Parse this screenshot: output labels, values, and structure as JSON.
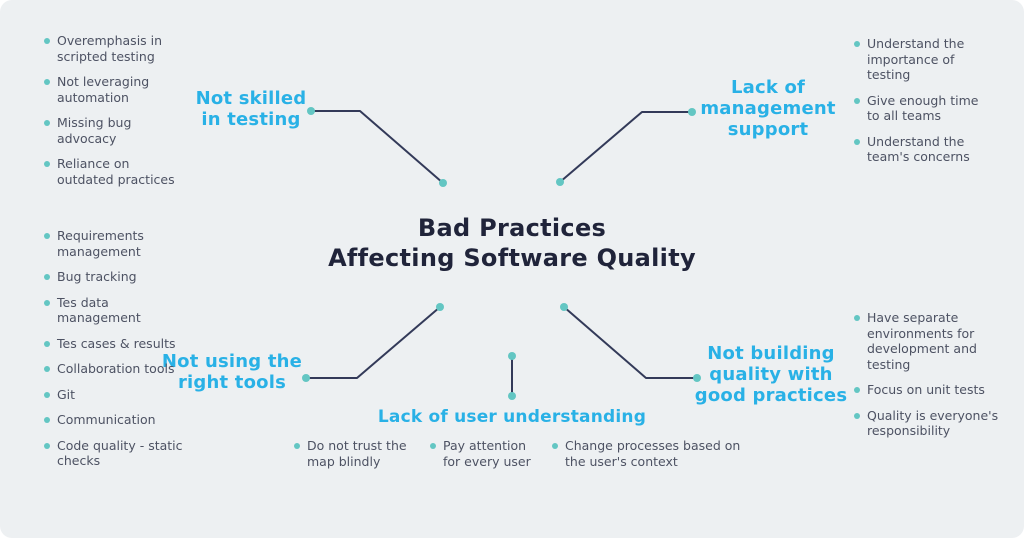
{
  "colors": {
    "background": "#edf0f2",
    "accent_cyan": "#29b1e6",
    "dot_teal": "#63c6c3",
    "line_navy": "#333a59",
    "title_navy": "#20243a",
    "body_text": "#4d5263"
  },
  "title": "Bad Practices\nAffecting Software Quality",
  "branches": {
    "not_skilled_in_testing": {
      "label": "Not skilled\nin testing",
      "items": [
        "Overemphasis in scripted testing",
        "Not leveraging automation",
        "Missing bug advocacy",
        "Reliance on outdated practices"
      ]
    },
    "lack_of_management_support": {
      "label": "Lack of\nmanagement\nsupport",
      "items": [
        "Understand the importance of testing",
        "Give enough time to all teams",
        "Understand the team's concerns"
      ]
    },
    "not_using_the_right_tools": {
      "label": "Not using the\nright tools",
      "items": [
        "Requirements management",
        "Bug tracking",
        "Tes data management",
        "Tes cases & results",
        "Collaboration tools",
        "Git",
        "Communication",
        "Code quality - static checks"
      ]
    },
    "lack_of_user_understanding": {
      "label": "Lack of user understanding",
      "items": [
        "Do not trust the map blindly",
        "Pay attention for every user",
        "Change processes based on the user's context"
      ]
    },
    "not_building_quality_with_good_practices": {
      "label": "Not building\nquality with\ngood practices",
      "items": [
        "Have separate environments for development and testing",
        "Focus on unit tests",
        "Quality is everyone's responsibility"
      ]
    }
  }
}
